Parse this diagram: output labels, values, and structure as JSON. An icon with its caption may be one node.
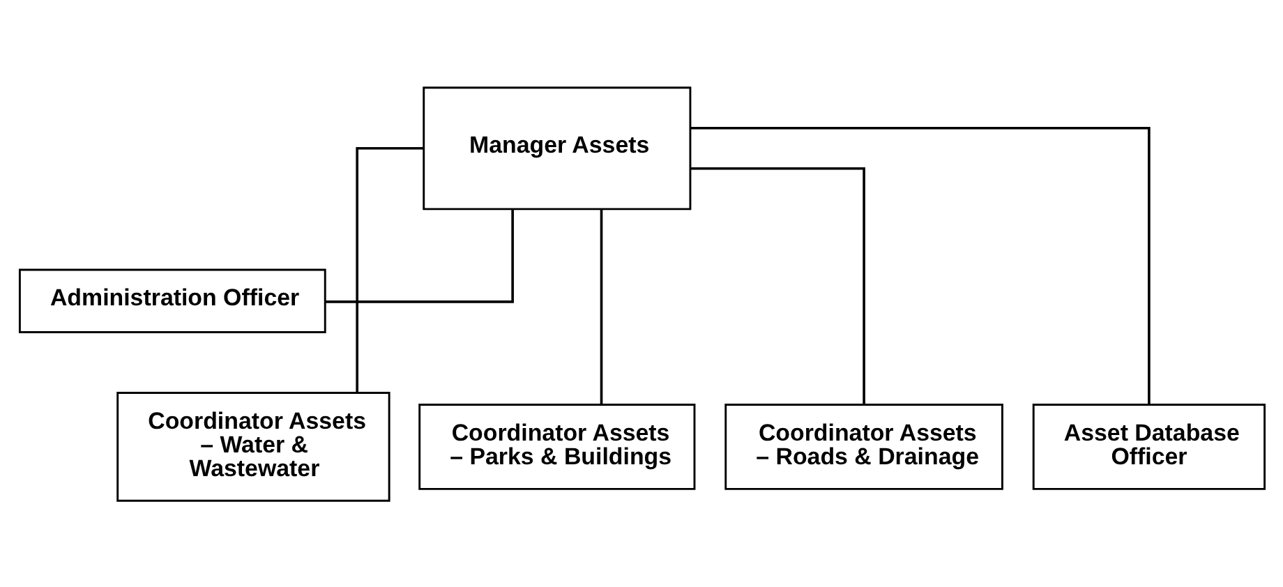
{
  "diagram": {
    "nodes": [
      {
        "text": [
          "Manager Assets"
        ]
      },
      {
        "text": [
          "Administration Officer"
        ]
      },
      {
        "text": [
          "Coordinator Assets – Water & Wastewater"
        ]
      },
      {
        "text": [
          "Coordinator Assets – Parks & Buildings"
        ]
      },
      {
        "text": [
          "Coordinator Assets – Roads & Drainage"
        ]
      },
      {
        "text": [
          "Asset Database Officer"
        ]
      }
    ],
    "edges": [
      {
        "from": 0,
        "to": 1,
        "arrow": "none"
      },
      {
        "from": 0,
        "to": 2,
        "arrow": "none"
      },
      {
        "from": 0,
        "to": 3,
        "arrow": "none"
      },
      {
        "from": 0,
        "to": 4,
        "arrow": "none"
      },
      {
        "from": 0,
        "to": 5,
        "arrow": "none"
      }
    ]
  }
}
